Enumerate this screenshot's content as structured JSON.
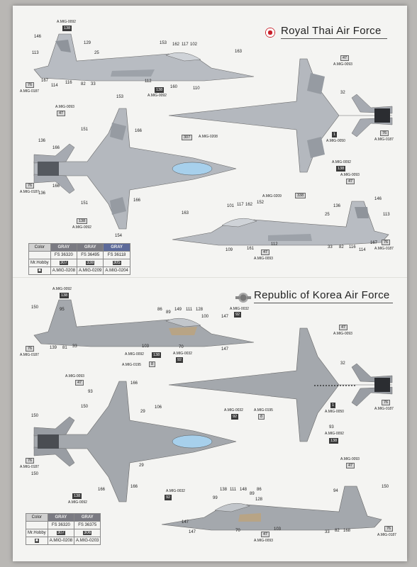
{
  "sections": {
    "thai": {
      "title": "Royal Thai Air Force"
    },
    "korea": {
      "title": "Republic of Korea Air Force"
    }
  },
  "thai_table": {
    "header": [
      "Color",
      "GRAY",
      "GRAY",
      "GRAY"
    ],
    "fs": [
      "FS 36320",
      "FS 36495",
      "FS 36118"
    ],
    "mrhobby_label": "Mr.Hobby",
    "mrhobby": [
      "307",
      "338",
      "305"
    ],
    "amig": [
      "A.MIG-0208",
      "A.MIG-0209",
      "A.MIG-0204"
    ]
  },
  "korea_table": {
    "header": [
      "Color",
      "GRAY",
      "GRAY"
    ],
    "fs": [
      "FS 36320",
      "FS 36375"
    ],
    "mrhobby_label": "Mr.Hobby",
    "mrhobby": [
      "307",
      "306"
    ],
    "amig": [
      "A.MIG-0208",
      "A.MIG-0203"
    ]
  },
  "callouts": {
    "t1": "A.MIG-0092",
    "t2": "138",
    "t3": "146",
    "t4": "129",
    "t5": "113",
    "t6": "25",
    "t7": "163",
    "t8": "153",
    "t9": "162",
    "t10": "117",
    "t11": "102",
    "t12": "76",
    "t13": "A.MIG-0187",
    "t14": "167",
    "t15": "114",
    "t16": "116",
    "t17": "82",
    "t18": "33",
    "t19": "112",
    "t20": "138",
    "t21": "A.MIG-0092",
    "t22": "160",
    "t23": "110",
    "t24": "47",
    "t25": "A.MIG-0093",
    "t26": "32",
    "t27": "A.MIG-0093",
    "t28": "47",
    "t29": "153",
    "t30": "151",
    "t31": "166",
    "t32": "307",
    "t33": "A.MIG-0208",
    "t34": "1",
    "t35": "A.MIG-0050",
    "t36": "76",
    "t37": "A.MIG-0187",
    "t38": "136",
    "t39": "166",
    "t40": "76",
    "t41": "A.MIG-0187",
    "t42": "136",
    "t43": "166",
    "t44": "A.MIG-0092",
    "t45": "138",
    "t46": "A.MIG-0093",
    "t47": "47",
    "t48": "151",
    "t49": "166",
    "t50": "138",
    "t51": "A.MIG-0092",
    "t52": "154",
    "t53": "A.MIG-0209",
    "t54": "338",
    "t55": "101",
    "t56": "117",
    "t57": "162",
    "t58": "152",
    "t59": "146",
    "t60": "136",
    "t61": "113",
    "t62": "163",
    "t63": "25",
    "t64": "109",
    "t65": "161",
    "t66": "112",
    "t67": "47",
    "t68": "A.MIG-0093",
    "t69": "33",
    "t70": "82",
    "t71": "116",
    "t72": "114",
    "t73": "167",
    "t74": "76",
    "t75": "A.MIG-0187",
    "k1": "A.MIG-0092",
    "k2": "138",
    "k3": "150",
    "k4": "95",
    "k5": "76",
    "k6": "A.MIG-0187",
    "k7": "139",
    "k8": "81",
    "k9": "33",
    "k10": "86",
    "k11": "89",
    "k12": "149",
    "k13": "111",
    "k14": "128",
    "k15": "100",
    "k16": "103",
    "k17": "A.MIG-0092",
    "k18": "138",
    "k19": "A.MIG-0032",
    "k20": "92",
    "k21": "70",
    "k22": "147",
    "k23": "147",
    "k24": "A.MIG-0032",
    "k25": "92",
    "k26": "47",
    "k27": "A.MIG-0093",
    "k28": "A.MIG-0195",
    "k29": "8",
    "k30": "32",
    "k31": "A.MIG-0093",
    "k32": "47",
    "k33": "166",
    "k34": "93",
    "k35": "150",
    "k36": "29",
    "k37": "106",
    "k38": "150",
    "k39": "A.MIG-0032",
    "k40": "92",
    "k41": "A.MIG-0195",
    "k42": "8",
    "k43": "1",
    "k44": "A.MIG-0050",
    "k45": "76",
    "k46": "A.MIG-0187",
    "k47": "93",
    "k48": "A.MIG-0092",
    "k49": "138",
    "k50": "76",
    "k51": "A.MIG-0187",
    "k52": "150",
    "k53": "29",
    "k54": "166",
    "k55": "166",
    "k56": "138",
    "k57": "A.MIG-0092",
    "k58": "A.MIG-0093",
    "k59": "47",
    "k60": "94",
    "k61": "150",
    "k62": "A.MIG-0032",
    "k63": "92",
    "k64": "138",
    "k65": "111",
    "k66": "148",
    "k67": "89",
    "k68": "86",
    "k69": "99",
    "k70": "128",
    "k71": "70",
    "k72": "147",
    "k73": "147",
    "k74": "103",
    "k75": "47",
    "k76": "A.MIG-0093",
    "k77": "33",
    "k78": "82",
    "k79": "168",
    "k80": "76",
    "k81": "A.MIG-0187"
  },
  "colors": {
    "camo_light": "#c4c7cb",
    "camo_mid": "#a9adb3",
    "camo_dark": "#8e939a",
    "canopy": "#a7d0ec",
    "thai_roundel": "#c8202a"
  }
}
